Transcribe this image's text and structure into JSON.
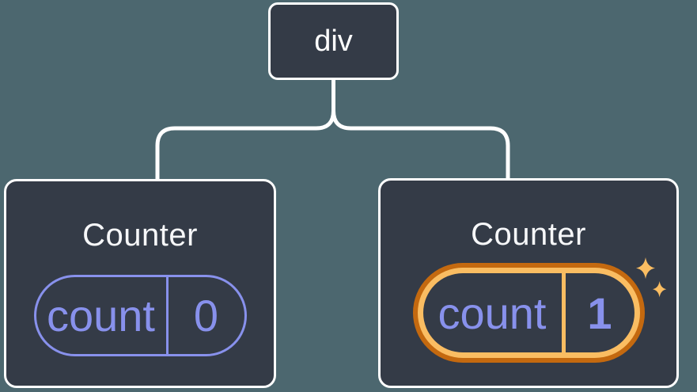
{
  "tree": {
    "root": {
      "label": "div"
    },
    "children": [
      {
        "title": "Counter",
        "state": {
          "key": "count",
          "value": "0"
        },
        "highlighted": false
      },
      {
        "title": "Counter",
        "state": {
          "key": "count",
          "value": "1"
        },
        "highlighted": true
      }
    ]
  },
  "icons": {
    "sparkles": "sparkles-icon"
  },
  "colors": {
    "background": "#4C676F",
    "node_fill": "#343B47",
    "node_border": "#FFFFFF",
    "connector": "#FFFFFF",
    "state_accent": "#8891EC",
    "highlight_outer": "#C4690F",
    "highlight_inner": "#FABD62",
    "title_text": "#F6F7F9"
  }
}
